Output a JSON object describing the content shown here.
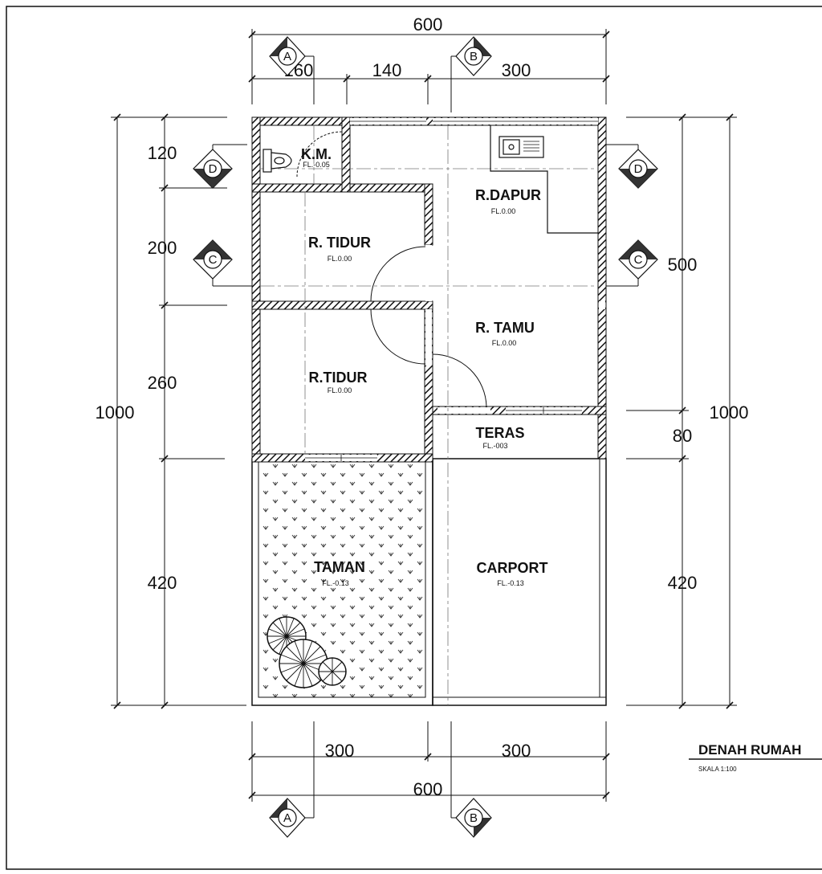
{
  "dimensions": {
    "top_total": "600",
    "top_segments": [
      "160",
      "140",
      "300"
    ],
    "bottom_segments": [
      "300",
      "300"
    ],
    "bottom_total": "600",
    "left_total": "1000",
    "left_segments": [
      "120",
      "200",
      "260",
      "420"
    ],
    "right_total": "1000",
    "right_segments": [
      "500",
      "80",
      "420"
    ]
  },
  "section_markers": {
    "a": "A",
    "b": "B",
    "c": "C",
    "d": "D"
  },
  "rooms": {
    "km": {
      "name": "K.M.",
      "level": "FL.-0.05"
    },
    "dapur": {
      "name": "R.DAPUR",
      "level": "FL.0.00"
    },
    "tidur1": {
      "name": "R. TIDUR",
      "level": "FL.0.00"
    },
    "tamu": {
      "name": "R. TAMU",
      "level": "FL.0.00"
    },
    "tidur2": {
      "name": "R.TIDUR",
      "level": "FL.0.00"
    },
    "teras": {
      "name": "TERAS",
      "level": "FL.-003"
    },
    "taman": {
      "name": "TAMAN",
      "level": "FL.-0.13"
    },
    "carport": {
      "name": "CARPORT",
      "level": "FL.-0.13"
    }
  },
  "title_block": {
    "title": "DENAH RUMAH",
    "scale": "SKALA 1:100"
  }
}
